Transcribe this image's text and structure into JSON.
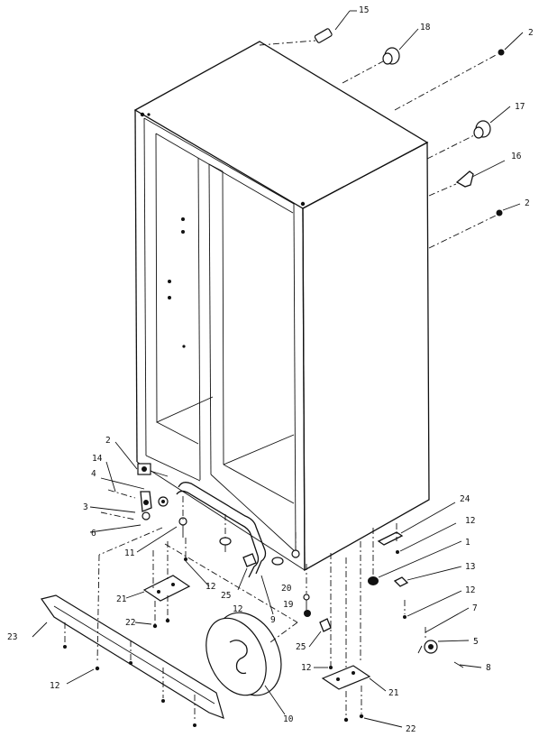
{
  "diagram": {
    "callouts": {
      "c15": "15",
      "c18": "18",
      "c2a": "2",
      "c17": "17",
      "c16": "16",
      "c2b": "2",
      "c2c": "2",
      "c14": "14",
      "c4": "4",
      "c3": "3",
      "c6": "6",
      "c11": "11",
      "c21a": "21",
      "c12a": "12",
      "c22a": "22",
      "c23": "23",
      "c12b": "12",
      "c25a": "25",
      "c12c": "12",
      "c9": "9",
      "c20": "20",
      "c19": "19",
      "c25b": "25",
      "c10": "10",
      "c12d": "12",
      "c21b": "21",
      "c22b": "22",
      "c24": "24",
      "c12e": "12",
      "c1": "1",
      "c13": "13",
      "c12f": "12",
      "c7": "7",
      "c5": "5",
      "c8": "8"
    },
    "colors": {
      "line": "#111111",
      "background": "#ffffff"
    }
  }
}
